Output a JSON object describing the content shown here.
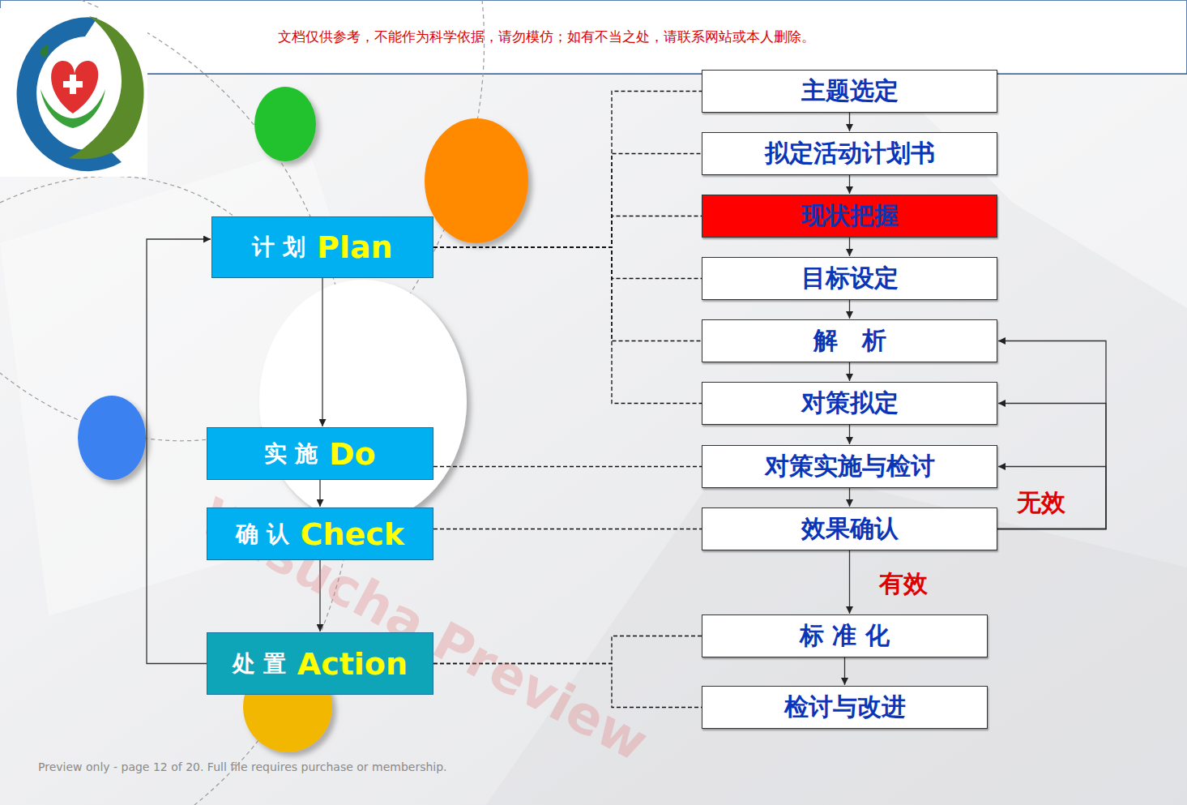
{
  "diagram": {
    "nodes": [
      {
        "text": [
          "计 划",
          "Plan"
        ]
      },
      {
        "text": [
          "实 施",
          "Do"
        ]
      },
      {
        "text": [
          "确 认",
          "Check"
        ]
      },
      {
        "text": [
          "处 置",
          "Action"
        ]
      },
      {
        "text": [
          "主题选定"
        ]
      },
      {
        "text": [
          "拟定活动计划书"
        ]
      },
      {
        "text": [
          "现状把握"
        ]
      },
      {
        "text": [
          "目标设定"
        ]
      },
      {
        "text": [
          "解　析"
        ]
      },
      {
        "text": [
          "对策拟定"
        ]
      },
      {
        "text": [
          "对策实施与检讨"
        ]
      },
      {
        "text": [
          "效果确认"
        ]
      },
      {
        "text": [
          "标 准 化"
        ]
      },
      {
        "text": [
          "检讨与改进"
        ]
      }
    ],
    "edges": [
      {
        "from": 0,
        "to": 1,
        "arrow": "to"
      },
      {
        "from": 1,
        "to": 2,
        "arrow": "to"
      },
      {
        "from": 2,
        "to": 3,
        "arrow": "to"
      },
      {
        "from": 3,
        "to": 0,
        "arrow": "to"
      },
      {
        "from": 4,
        "to": 5,
        "arrow": "to"
      },
      {
        "from": 5,
        "to": 6,
        "arrow": "to"
      },
      {
        "from": 6,
        "to": 7,
        "arrow": "to"
      },
      {
        "from": 7,
        "to": 8,
        "arrow": "to"
      },
      {
        "from": 8,
        "to": 9,
        "arrow": "to"
      },
      {
        "from": 9,
        "to": 10,
        "arrow": "to"
      },
      {
        "from": 10,
        "to": 11,
        "arrow": "to"
      },
      {
        "from": 11,
        "to": 12,
        "arrow": "to",
        "label": "有效"
      },
      {
        "from": 12,
        "to": 13,
        "arrow": "to"
      },
      {
        "from": 11,
        "to": 10,
        "arrow": "to",
        "label": "无效"
      },
      {
        "from": 11,
        "to": 9,
        "arrow": "to"
      },
      {
        "from": 11,
        "to": 8,
        "arrow": "to"
      },
      {
        "from": 0,
        "to": 4,
        "arrow": "none"
      },
      {
        "from": 0,
        "to": 5,
        "arrow": "none"
      },
      {
        "from": 0,
        "to": 6,
        "arrow": "none"
      },
      {
        "from": 0,
        "to": 7,
        "arrow": "none"
      },
      {
        "from": 0,
        "to": 8,
        "arrow": "none"
      },
      {
        "from": 0,
        "to": 9,
        "arrow": "none"
      },
      {
        "from": 1,
        "to": 10,
        "arrow": "none"
      },
      {
        "from": 2,
        "to": 11,
        "arrow": "none"
      },
      {
        "from": 3,
        "to": 12,
        "arrow": "none"
      },
      {
        "from": 3,
        "to": 13,
        "arrow": "none"
      }
    ],
    "labels": [
      "文档仅供参考，不能作为科学依据，请勿模仿；如有不当之处，请联系网站或本人删除。",
      "Wisucha Preview",
      "Preview only - page 12 of 20. Full file requires purchase or membership."
    ]
  }
}
